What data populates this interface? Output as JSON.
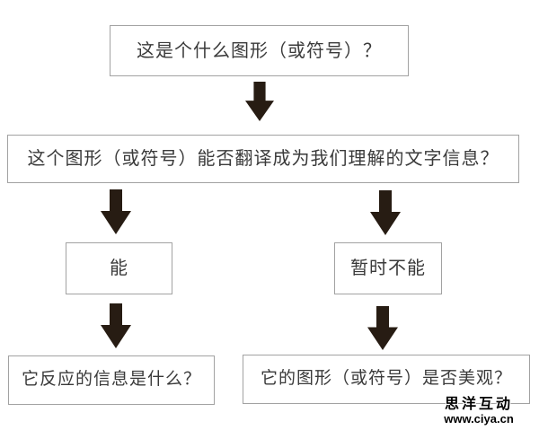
{
  "colors": {
    "background": "#ffffff",
    "box_border": "#a2a2a2",
    "box_text": "#3a3a3a",
    "arrow_fill": "#271c13",
    "watermark_text": "#000000",
    "watermark_outline": "#ffffff"
  },
  "flowchart": {
    "q1": {
      "label": "这是个什么图形（或符号）？"
    },
    "q2": {
      "label": "这个图形（或符号）能否翻译成为我们理解的文字信息？"
    },
    "yes": {
      "label": "能"
    },
    "no": {
      "label": "暂时不能"
    },
    "q3": {
      "label": "它反应的信息是什么？"
    },
    "q4": {
      "label": "它的图形（或符号）是否美观？"
    },
    "edges": [
      {
        "from": "q1",
        "to": "q2"
      },
      {
        "from": "q2",
        "to": "yes"
      },
      {
        "from": "q2",
        "to": "no"
      },
      {
        "from": "yes",
        "to": "q3"
      },
      {
        "from": "no",
        "to": "q4"
      }
    ]
  },
  "icons": {
    "arrow": "down-block-arrow"
  },
  "watermark": {
    "brand": "思洋互动",
    "url": "www.ciya.cn"
  }
}
